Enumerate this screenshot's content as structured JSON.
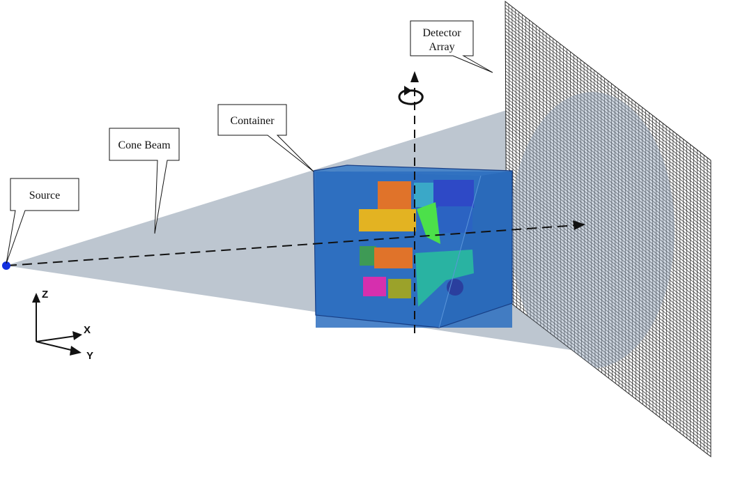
{
  "labels": {
    "source": "Source",
    "cone_beam": "Cone Beam",
    "container": "Container",
    "detector_line1": "Detector",
    "detector_line2": "Array"
  },
  "axes": {
    "z": "Z",
    "x": "X",
    "y": "Y"
  },
  "colors": {
    "beam": "#b7c1cc",
    "container": "#2b6cb5",
    "source": "#1330e0",
    "detector_grid": "#222222",
    "detector_circle": "#8ea0b5"
  },
  "detector_grid": {
    "columns": 60,
    "rows": 90
  }
}
